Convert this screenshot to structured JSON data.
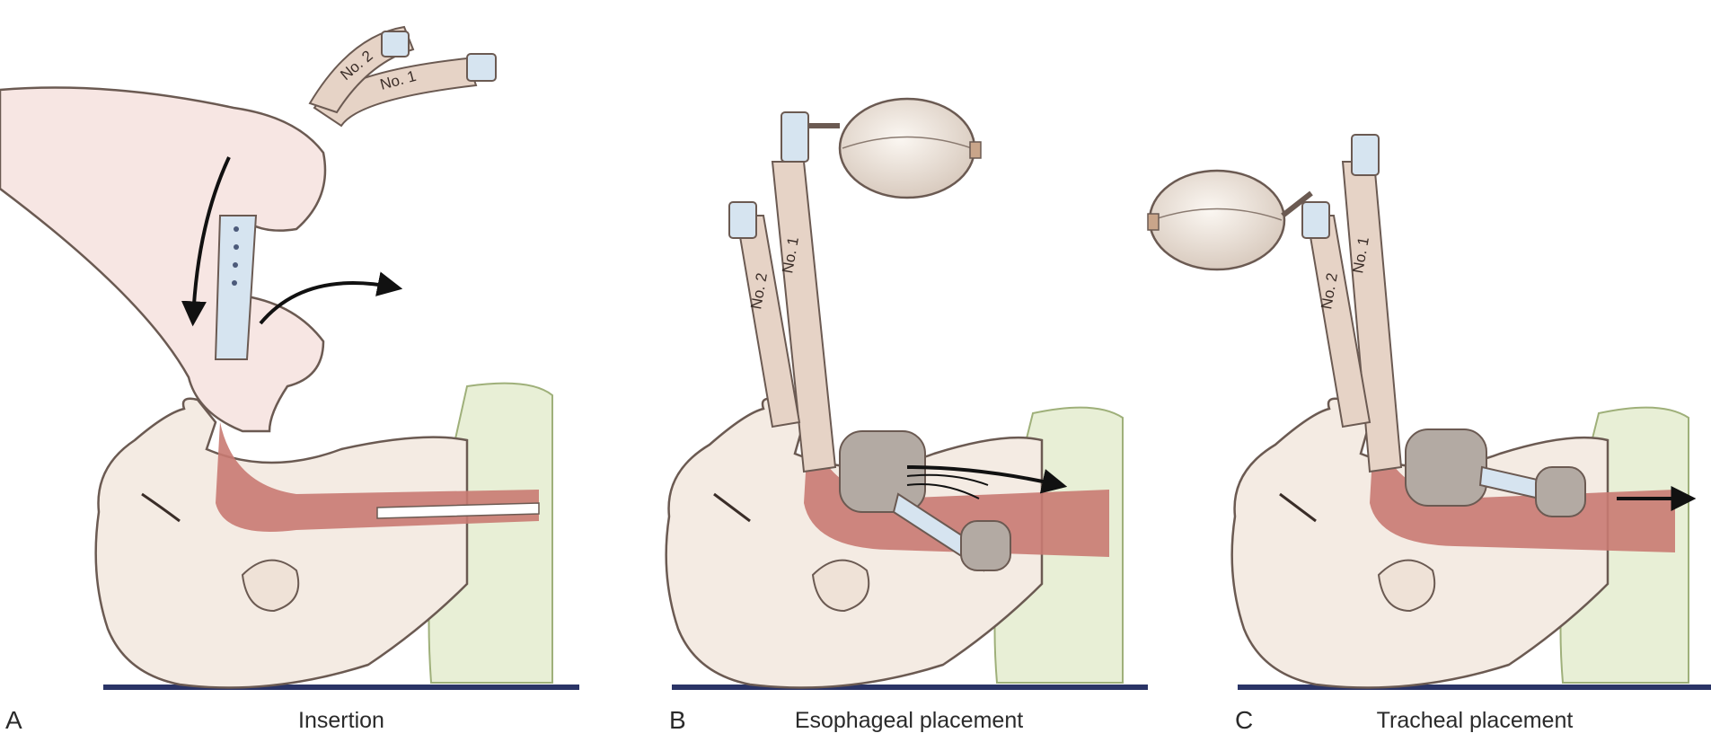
{
  "panels": [
    {
      "letter": "A",
      "caption": "Insertion",
      "tube_labels": {
        "proximal": "No. 1",
        "distal": "No. 2"
      }
    },
    {
      "letter": "B",
      "caption": "Esophageal placement",
      "tube_labels": {
        "proximal": "No. 1",
        "distal": "No. 2"
      }
    },
    {
      "letter": "C",
      "caption": "Tracheal placement",
      "tube_labels": {
        "proximal": "No. 1",
        "distal": "No. 2"
      }
    }
  ],
  "colors": {
    "skin": "#f4ebe3",
    "skin_outline": "#6b5a52",
    "airway": "#c97a72",
    "tube": "#e6d3c6",
    "cuff": "#b3aaa3",
    "connector": "#d6e4f0",
    "pillow": "#e8efd6",
    "table_line": "#2a3466",
    "bag": "#eee6dc",
    "arrow": "#111111"
  }
}
